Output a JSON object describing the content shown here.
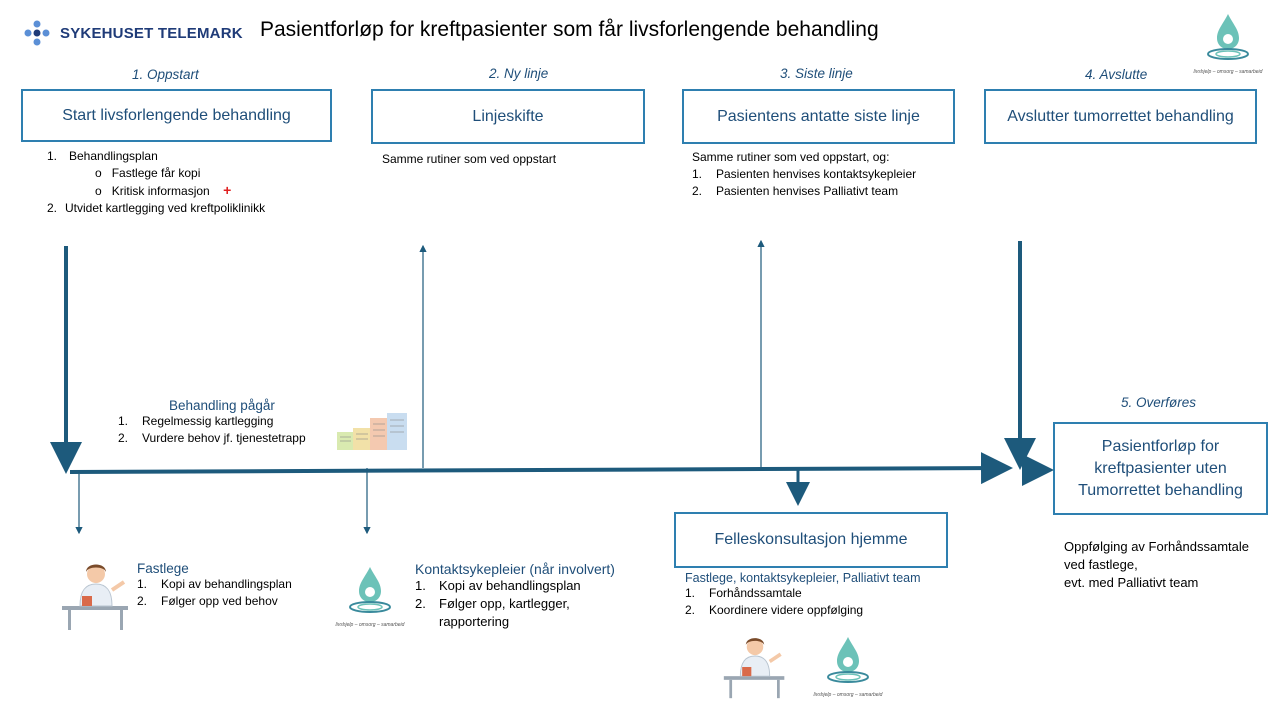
{
  "header": {
    "logo_text": "SYKEHUSET TELEMARK",
    "title": "Pasientforløp for kreftpasienter som får livsforlengende behandling",
    "corner_logo_caption": "livshjelp – omsorg – samarbeid"
  },
  "stages": [
    {
      "label": "1.      Oppstart",
      "box": "Start livsforlengende behandling"
    },
    {
      "label": "2. Ny linje",
      "box": "Linjeskifte"
    },
    {
      "label": "3. Siste linje",
      "box": "Pasientens antatte siste linje"
    },
    {
      "label": "4. Avslutte",
      "box": "Avslutter tumorrettet behandling"
    },
    {
      "label": "5. Overføres",
      "box": "Pasientforløp for kreftpasienter uten Tumorrettet behandling"
    }
  ],
  "oppstart_list": {
    "item1": "Behandlingsplan",
    "sub1": "Fastlege får kopi",
    "sub2": "Kritisk informasjon",
    "item2": "Utvidet kartlegging ved kreftpoliklinikk",
    "plus": "+"
  },
  "linjeskifte_text": "Samme rutiner som ved oppstart",
  "siste_linje": {
    "intro": "Samme rutiner som ved oppstart, og:",
    "item1": "Pasienten henvises kontaktsykepleier",
    "item2": "Pasienten henvises Palliativt team"
  },
  "behandling": {
    "heading": "Behandling pågår",
    "item1": "Regelmessig kartlegging",
    "item2": "Vurdere behov jf. tjenestetrapp"
  },
  "fastlege": {
    "heading": "Fastlege",
    "item1": "Kopi av behandlingsplan",
    "item2": "Følger opp ved behov"
  },
  "kontaktsykepleier": {
    "heading": "Kontaktsykepleier (når involvert)",
    "item1": "Kopi av behandlingsplan",
    "item2a": "Følger opp, kartlegger,",
    "item2b": "rapportering"
  },
  "felles": {
    "box": "Felleskonsultasjon hjemme",
    "heading": "Fastlege, kontaktsykepleier, Palliativt team",
    "item1": "Forhåndssamtale",
    "item2": "Koordinere videre oppfølging"
  },
  "oppfolging": {
    "line1": "Oppfølging av Forhåndssamtale",
    "line2": "ved fastlege,",
    "line3": "evt. med Palliativt team"
  },
  "numbers": [
    "1.",
    "2."
  ],
  "colors": {
    "box_border": "#2e7fb0",
    "arrow": "#1d5a7c",
    "heading": "#1f4e79"
  }
}
